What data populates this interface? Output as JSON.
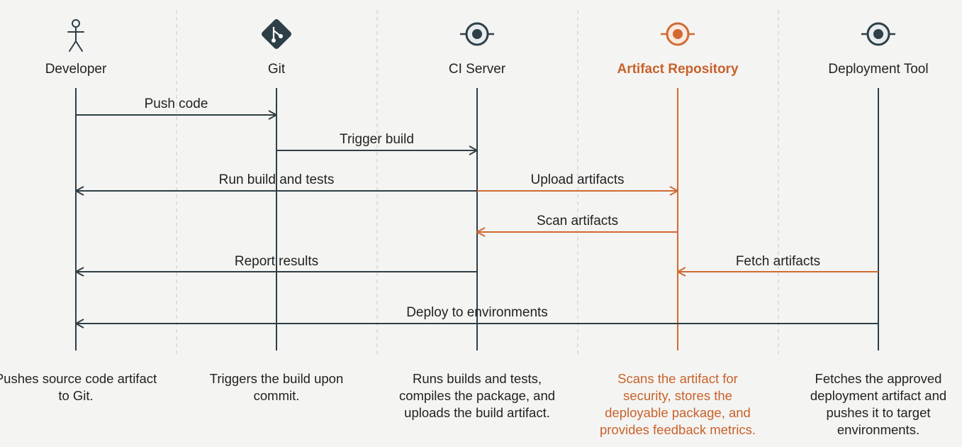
{
  "colors": {
    "primary": "#2e3f47",
    "accent": "#d06a32",
    "accent_text": "#c8622c",
    "background": "#f4f4f2",
    "grid": "#c9c9c9"
  },
  "actors": [
    {
      "id": "developer",
      "label": "Developer",
      "icon": "person-icon",
      "accent": false,
      "description": "Pushes source code artifact to Git."
    },
    {
      "id": "git",
      "label": "Git",
      "icon": "git-icon",
      "accent": false,
      "description": "Triggers the build upon commit."
    },
    {
      "id": "ci",
      "label": "CI Server",
      "icon": "ci-server-icon",
      "accent": false,
      "description": "Runs builds and tests, compiles the package, and uploads the build artifact."
    },
    {
      "id": "repo",
      "label": "Artifact Repository",
      "icon": "artifact-repository-icon",
      "accent": true,
      "description": "Scans the artifact for security, stores the deployable package, and provides feedback metrics."
    },
    {
      "id": "deploy",
      "label": "Deployment Tool",
      "icon": "deployment-tool-icon",
      "accent": false,
      "description": "Fetches the approved deployment artifact and pushes it to target environments."
    }
  ],
  "messages": [
    {
      "label": "Push code",
      "from": 0,
      "to": 1,
      "accent": false
    },
    {
      "label": "Trigger build",
      "from": 1,
      "to": 2,
      "accent": false
    },
    {
      "label": "Run build and tests",
      "from": 2,
      "to": 0,
      "accent": false
    },
    {
      "label": "Upload artifacts",
      "from": 2,
      "to": 3,
      "accent": true
    },
    {
      "label": "Scan artifacts",
      "from": 3,
      "to": 2,
      "accent": true
    },
    {
      "label": "Report results",
      "from": 2,
      "to": 0,
      "accent": false
    },
    {
      "label": "Fetch artifacts",
      "from": 4,
      "to": 3,
      "accent": true
    },
    {
      "label": "Deploy to environments",
      "from": 4,
      "to": 0,
      "accent": false
    }
  ]
}
